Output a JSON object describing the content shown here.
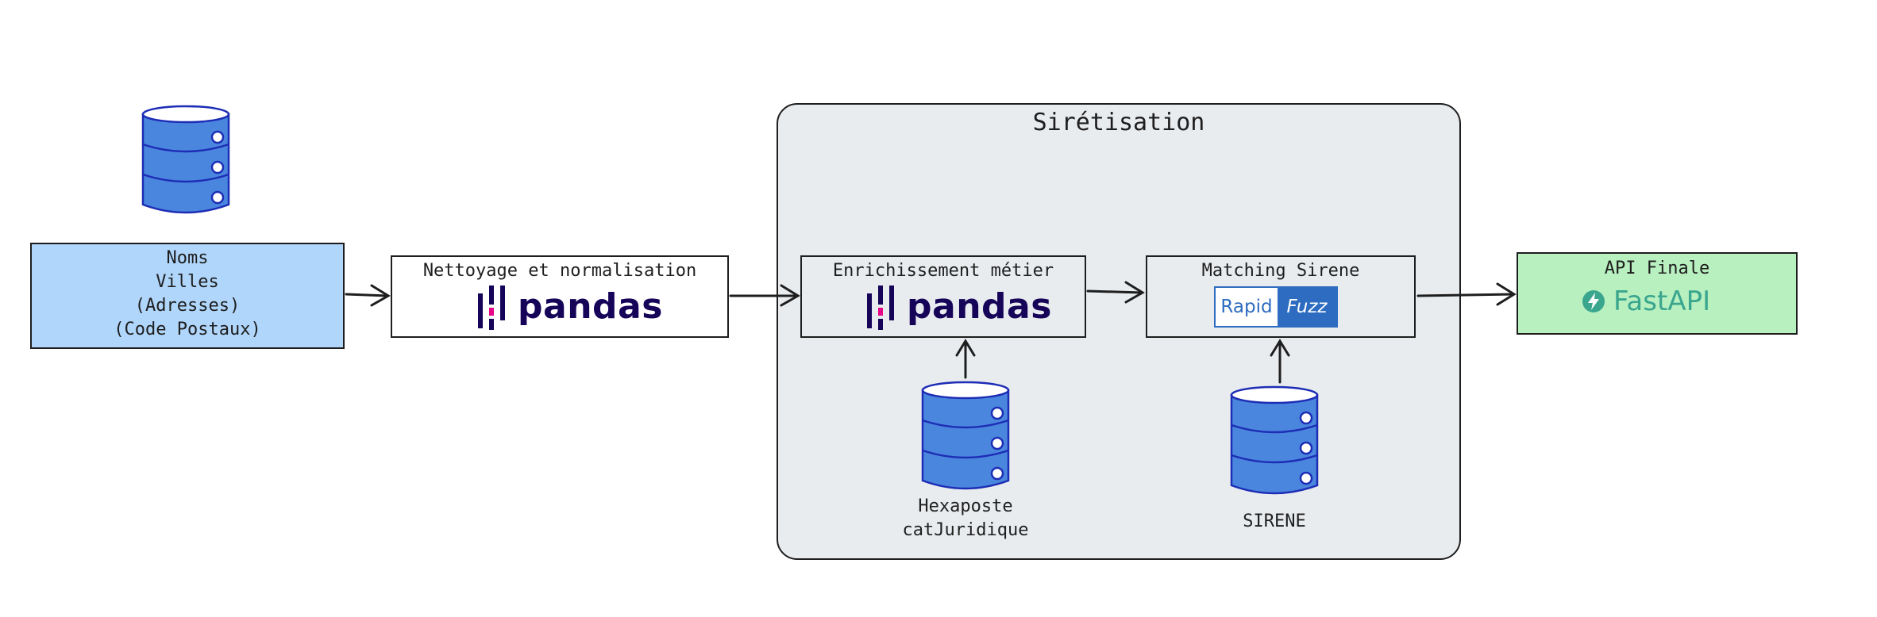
{
  "source": {
    "lines": [
      "Noms",
      "Villes",
      "(Adresses)",
      "(Code Postaux)"
    ]
  },
  "cleaning": {
    "title": "Nettoyage et normalisation",
    "logo": "pandas"
  },
  "group": {
    "title": "Sirétisation"
  },
  "enrichment": {
    "title": "Enrichissement métier",
    "logo": "pandas"
  },
  "matching": {
    "title": "Matching Sirene",
    "logo_left": "Rapid",
    "logo_right": "Fuzz"
  },
  "api": {
    "title": "API Finale",
    "logo": "FastAPI"
  },
  "db_hexaposte": {
    "lines": [
      "Hexaposte",
      "catJuridique"
    ]
  },
  "db_sirene": {
    "label": "SIRENE"
  },
  "colors": {
    "source_fill": "#b0d6fb",
    "api_fill": "#b9f0c0",
    "group_fill": "#e9ecef",
    "database": "#4a86de",
    "pandas": "#150458",
    "rapidfuzz": "#2d6cc0",
    "fastapi": "#3aa68e"
  },
  "icons": [
    "database-icon",
    "pandas-logo",
    "rapidfuzz-logo",
    "fastapi-logo",
    "arrow-icon"
  ]
}
